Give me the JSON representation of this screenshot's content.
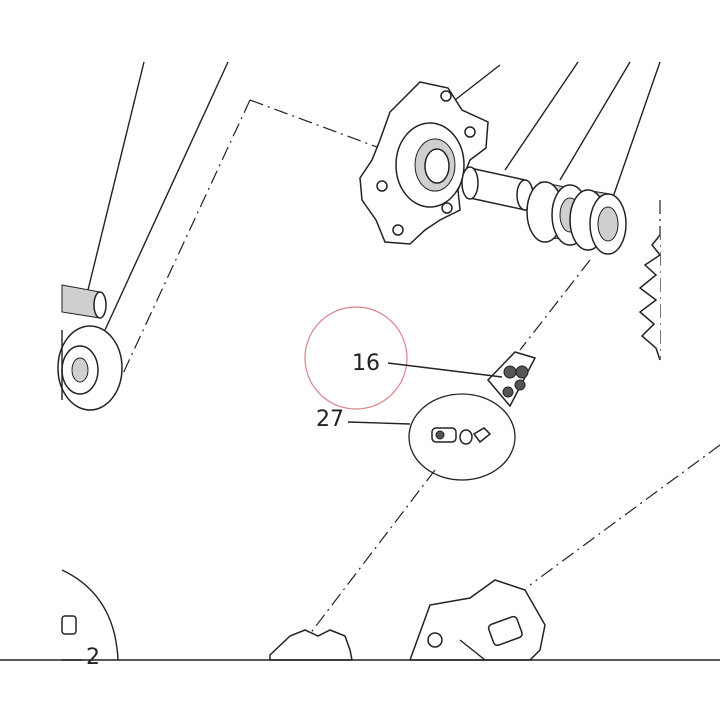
{
  "callouts": {
    "chain_link": "16",
    "clip_kit": "27",
    "edge_part": "2"
  },
  "colors": {
    "highlight_circle": "#d9828a",
    "line_art": "#222222"
  }
}
